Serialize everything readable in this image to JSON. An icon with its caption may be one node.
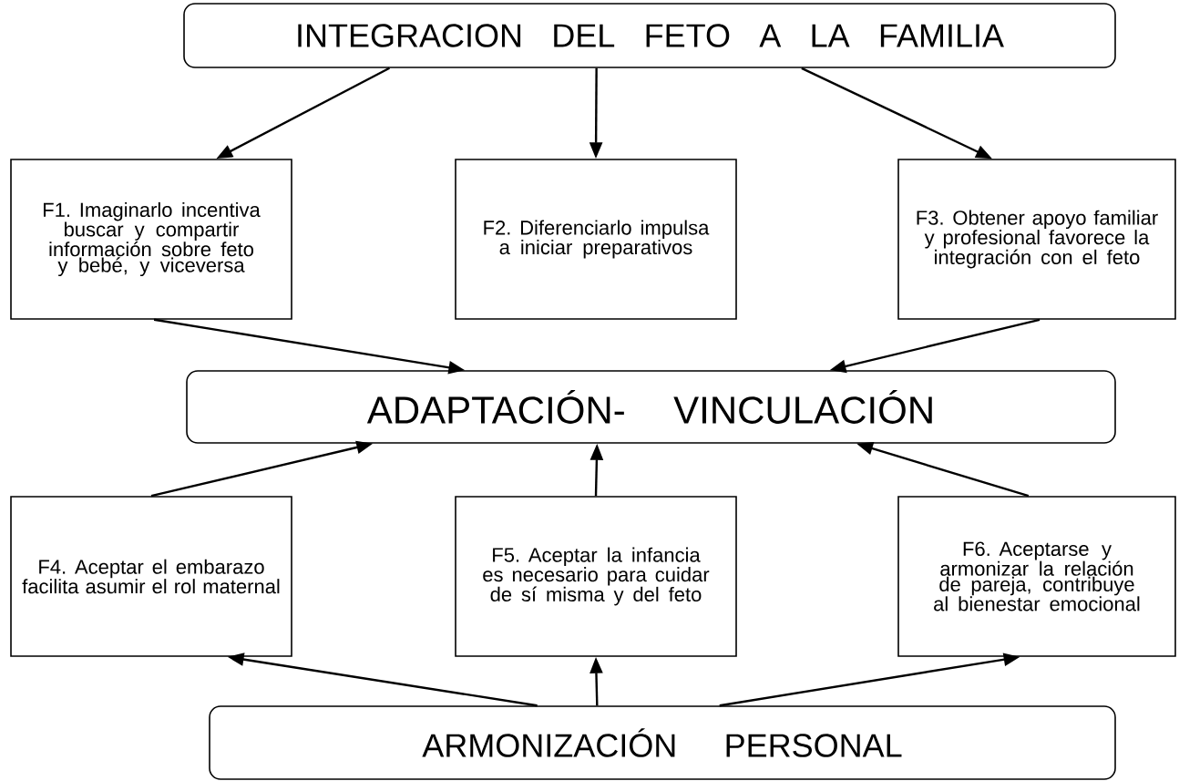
{
  "diagram": {
    "nodes": [
      {
        "text": [
          "INTEGRACION DEL FETO A LA FAMILIA"
        ]
      },
      {
        "text": [
          "F1. Imaginarlo incentiva buscar y compartir información sobre feto y bebé, y viceversa"
        ]
      },
      {
        "text": [
          "F2. Diferenciarlo impulsa a iniciar preparativos"
        ]
      },
      {
        "text": [
          "F3. Obtener apoyo familiar y profesional favorece la integración con el feto"
        ]
      },
      {
        "text": [
          "ADAPTACIÓN- VINCULACIÓN"
        ]
      },
      {
        "text": [
          "F4. Aceptar el embarazo facilita asumir el rol maternal"
        ]
      },
      {
        "text": [
          "F5. Aceptar la infancia es necesario para cuidar de sí misma y del feto"
        ]
      },
      {
        "text": [
          "F6. Aceptarse y armonizar la relación de pareja, contribuye al bienestar emocional"
        ]
      },
      {
        "text": [
          "ARMONIZACIÓN PERSONAL"
        ]
      }
    ],
    "edges": [
      {
        "from": 0,
        "to": 1,
        "arrow": "to"
      },
      {
        "from": 0,
        "to": 2,
        "arrow": "to"
      },
      {
        "from": 0,
        "to": 3,
        "arrow": "to"
      },
      {
        "from": 1,
        "to": 4,
        "arrow": "to"
      },
      {
        "from": 3,
        "to": 4,
        "arrow": "to"
      },
      {
        "from": 5,
        "to": 4,
        "arrow": "to"
      },
      {
        "from": 6,
        "to": 4,
        "arrow": "to"
      },
      {
        "from": 7,
        "to": 4,
        "arrow": "to"
      },
      {
        "from": 8,
        "to": 5,
        "arrow": "to"
      },
      {
        "from": 8,
        "to": 6,
        "arrow": "to"
      },
      {
        "from": 8,
        "to": 7,
        "arrow": "to"
      }
    ]
  }
}
